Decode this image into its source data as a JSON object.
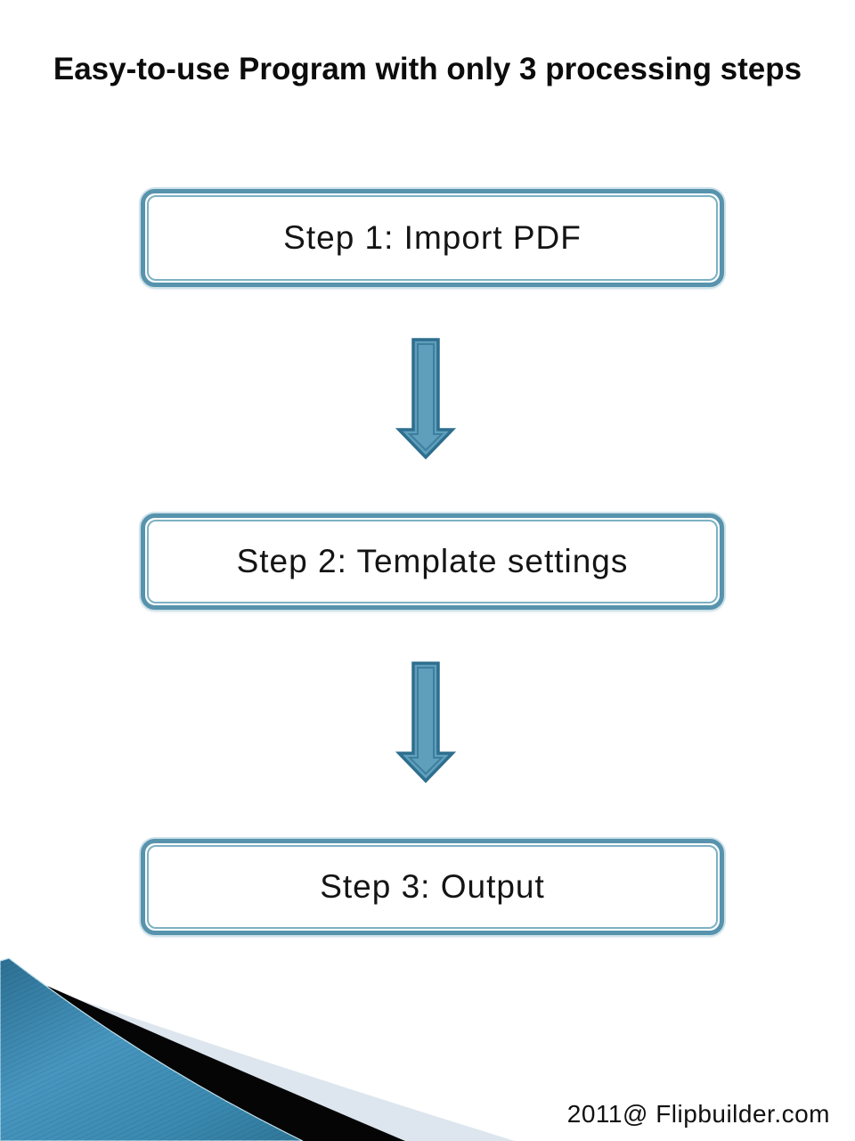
{
  "slide": {
    "title": "Easy-to-use Program with only 3 processing steps",
    "steps": [
      {
        "label": "Step 1: Import PDF"
      },
      {
        "label": "Step 2: Template settings"
      },
      {
        "label": "Step 3: Output"
      }
    ],
    "footer": "2011@ Flipbuilder.com",
    "colors": {
      "box_border_teal": "#5793ad",
      "box_inner_line": "#7db1c3",
      "box_outer_highlight": "#cfe2ea",
      "arrow_fill": "#5f9fbc",
      "arrow_outline": "#2e6e8e",
      "arrow_bevel": "#3d7f9e",
      "corner_teal": "#4191b8",
      "corner_black": "#050505",
      "corner_pale_blue": "#dde6ee",
      "text_color": "#0c0c0c"
    }
  }
}
